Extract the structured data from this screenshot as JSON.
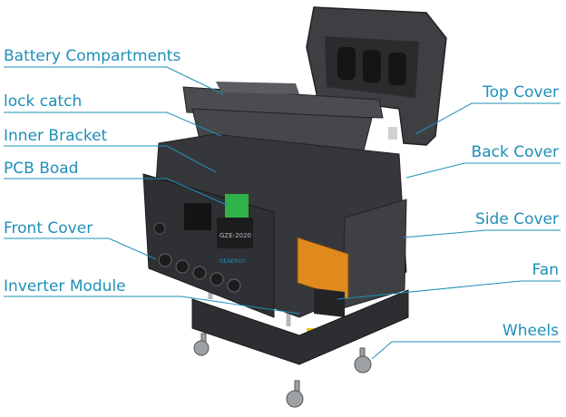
{
  "diagram": {
    "accent_color": "#1e8fb8",
    "device_color": "#3a3c3f",
    "callouts_left": [
      {
        "key": "battery",
        "text": "Battery Compartments"
      },
      {
        "key": "lock",
        "text": "lock catch"
      },
      {
        "key": "bracket",
        "text": "Inner Bracket"
      },
      {
        "key": "pcb",
        "text": "PCB Boad"
      },
      {
        "key": "front",
        "text": "Front Cover"
      },
      {
        "key": "inverter",
        "text": "Inverter Module"
      }
    ],
    "callouts_right": [
      {
        "key": "top",
        "text": "Top Cover"
      },
      {
        "key": "back",
        "text": "Back Cover"
      },
      {
        "key": "side",
        "text": "Side Cover"
      },
      {
        "key": "fan",
        "text": "Fan"
      },
      {
        "key": "wheels",
        "text": "Wheels"
      }
    ],
    "panel_brand": "GZE-2020",
    "panel_sub": "GENERGY"
  }
}
